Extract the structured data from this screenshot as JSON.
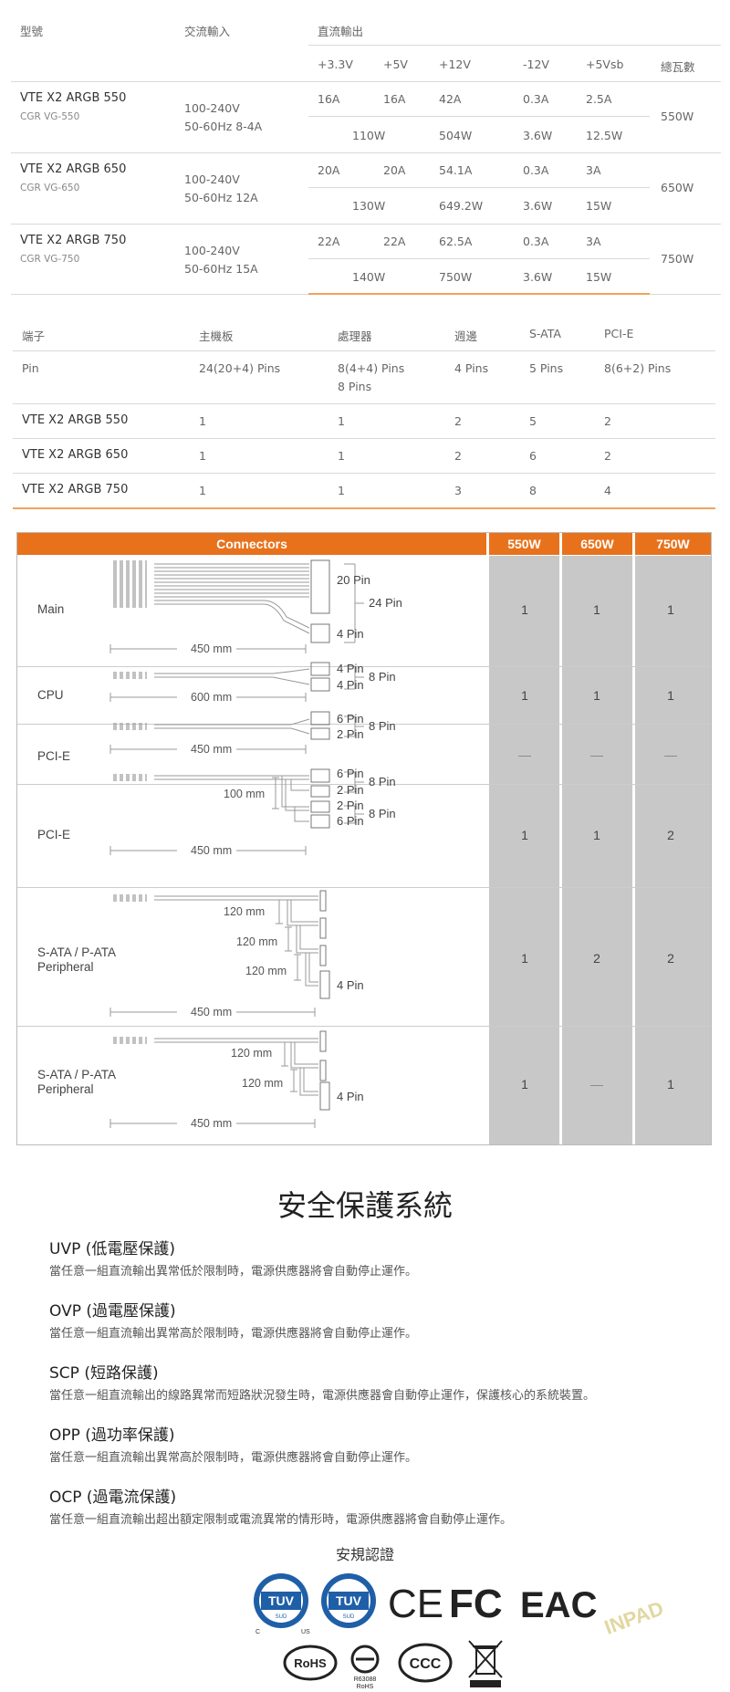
{
  "table1": {
    "headers": {
      "model": "型號",
      "ac": "交流輸入",
      "dc": "直流輸出"
    },
    "subheaders": [
      "+3.3V",
      "+5V",
      "+12V",
      "-12V",
      "+5Vsb",
      "總瓦數"
    ],
    "rows": [
      {
        "name": "VTE X2 ARGB 550",
        "code": "CGR VG-550",
        "ac1": "100-240V",
        "ac2": "50-60Hz 8-4A",
        "amps": [
          "16A",
          "16A",
          "42A",
          "0.3A",
          "2.5A"
        ],
        "watts": [
          "110W",
          "504W",
          "3.6W",
          "12.5W"
        ],
        "total": "550W"
      },
      {
        "name": "VTE X2 ARGB 650",
        "code": "CGR VG-650",
        "ac1": "100-240V",
        "ac2": "50-60Hz 12A",
        "amps": [
          "20A",
          "20A",
          "54.1A",
          "0.3A",
          "3A"
        ],
        "watts": [
          "130W",
          "649.2W",
          "3.6W",
          "15W"
        ],
        "total": "650W"
      },
      {
        "name": "VTE X2 ARGB 750",
        "code": "CGR VG-750",
        "ac1": "100-240V",
        "ac2": "50-60Hz 15A",
        "amps": [
          "22A",
          "22A",
          "62.5A",
          "0.3A",
          "3A"
        ],
        "watts": [
          "140W",
          "750W",
          "3.6W",
          "15W"
        ],
        "total": "750W"
      }
    ]
  },
  "table2": {
    "headers": [
      "端子",
      "主機板",
      "處理器",
      "週邊",
      "S-ATA",
      "PCI-E"
    ],
    "pin_row": {
      "label": "Pin",
      "mb": "24(20+4) Pins",
      "cpu1": "8(4+4) Pins",
      "cpu2": "8 Pins",
      "peri": "4 Pins",
      "sata": "5 Pins",
      "pcie": "8(6+2) Pins"
    },
    "rows": [
      {
        "name": "VTE X2 ARGB 550",
        "vals": [
          "1",
          "1",
          "2",
          "5",
          "2"
        ]
      },
      {
        "name": "VTE X2 ARGB 650",
        "vals": [
          "1",
          "1",
          "2",
          "6",
          "2"
        ]
      },
      {
        "name": "VTE X2 ARGB 750",
        "vals": [
          "1",
          "1",
          "3",
          "8",
          "4"
        ]
      }
    ]
  },
  "connectors": {
    "headers": {
      "title": "Connectors",
      "w550": "550W",
      "w650": "650W",
      "w750": "750W"
    },
    "rows": [
      {
        "label": "Main",
        "length": "450 mm",
        "pins": [
          "20 Pin",
          "4 Pin"
        ],
        "group": "24 Pin",
        "vals": [
          "1",
          "1",
          "1"
        ]
      },
      {
        "label": "CPU",
        "length": "600 mm",
        "pins": [
          "4 Pin",
          "4 Pin"
        ],
        "group": "8 Pin",
        "vals": [
          "1",
          "1",
          "1"
        ]
      },
      {
        "label": "PCI-E",
        "length": "450 mm",
        "pins": [
          "6 Pin",
          "2 Pin"
        ],
        "group": "8 Pin",
        "vals": [
          "—",
          "—",
          "—"
        ]
      },
      {
        "label": "PCI-E",
        "length": "450 mm",
        "branch": "100 mm",
        "pins": [
          "6 Pin",
          "2 Pin",
          "2 Pin",
          "6 Pin"
        ],
        "groups": [
          "8 Pin",
          "8 Pin"
        ],
        "vals": [
          "1",
          "1",
          "2"
        ]
      },
      {
        "label1": "S-ATA / P-ATA",
        "label2": "Peripheral",
        "length": "450 mm",
        "spacings": [
          "120 mm",
          "120 mm",
          "120 mm"
        ],
        "pin": "4 Pin",
        "vals": [
          "1",
          "2",
          "2"
        ]
      },
      {
        "label1": "S-ATA / P-ATA",
        "label2": "Peripheral",
        "length": "450 mm",
        "spacings": [
          "120 mm",
          "120 mm"
        ],
        "pin": "4 Pin",
        "vals": [
          "1",
          "—",
          "1"
        ]
      }
    ]
  },
  "safety": {
    "title": "安全保護系統",
    "items": [
      {
        "title": "UVP (低電壓保護)",
        "desc": "當任意一組直流輸出異常低於限制時，電源供應器將會自動停止運作。"
      },
      {
        "title": "OVP (過電壓保護)",
        "desc": "當任意一組直流輸出異常高於限制時，電源供應器將會自動停止運作。"
      },
      {
        "title": "SCP (短路保護)",
        "desc": "當任意一組直流輸出的線路異常而短路狀況發生時，電源供應器會自動停止運作，保護核心的系統裝置。"
      },
      {
        "title": "OPP (過功率保護)",
        "desc": "當任意一組直流輸出異常高於限制時，電源供應器將會自動停止運作。"
      },
      {
        "title": "OCP (過電流保護)",
        "desc": "當任意一組直流輸出超出額定限制或電流異常的情形時，電源供應器將會自動停止運作。"
      }
    ],
    "cert_title": "安規認證",
    "certs": [
      "TUV",
      "SUD",
      "C",
      "US",
      "CE",
      "FC",
      "EAC",
      "RoHS",
      "R63088",
      "RoHS",
      "CCC",
      "INPAD"
    ]
  },
  "colors": {
    "accent": "#e8721c",
    "gray_cell": "#c8c8c8"
  }
}
